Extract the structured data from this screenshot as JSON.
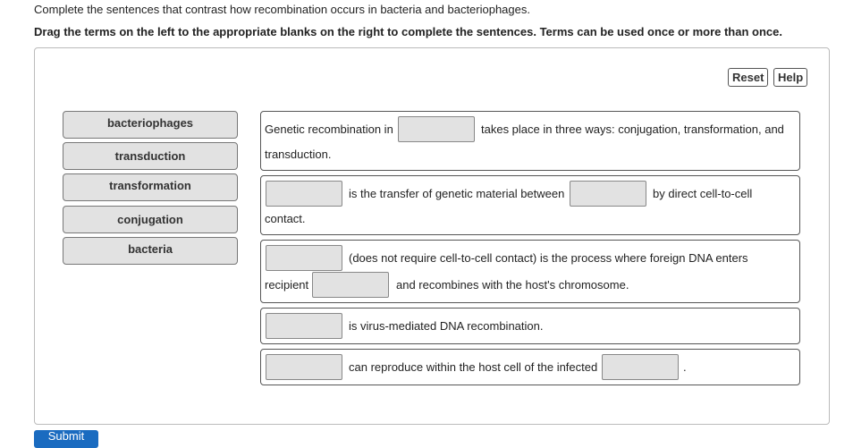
{
  "question": {
    "prompt": "Complete the sentences that contrast how recombination occurs in bacteria and bacteriophages.",
    "instruction": "Drag the terms on the left to the appropriate blanks on the right to complete the sentences. Terms can be used once or more than once."
  },
  "toolbar": {
    "reset": "Reset",
    "help": "Help"
  },
  "terms": [
    "bacteriophages",
    "transduction",
    "transformation",
    "conjugation",
    "bacteria"
  ],
  "sentences": [
    {
      "parts": [
        "Genetic recombination in",
        "takes place in three ways: conjugation, transformation, and",
        "transduction."
      ]
    },
    {
      "parts": [
        "is the transfer of genetic material between",
        "by direct cell-to-cell",
        "contact."
      ]
    },
    {
      "parts": [
        "(does not require cell-to-cell contact) is the process where foreign DNA enters",
        "recipient",
        "and recombines with the host's chromosome."
      ]
    },
    {
      "parts": [
        "is virus-mediated DNA recombination."
      ]
    },
    {
      "parts": [
        "can reproduce within the host cell of the infected",
        "."
      ]
    }
  ],
  "submit": "Submit"
}
